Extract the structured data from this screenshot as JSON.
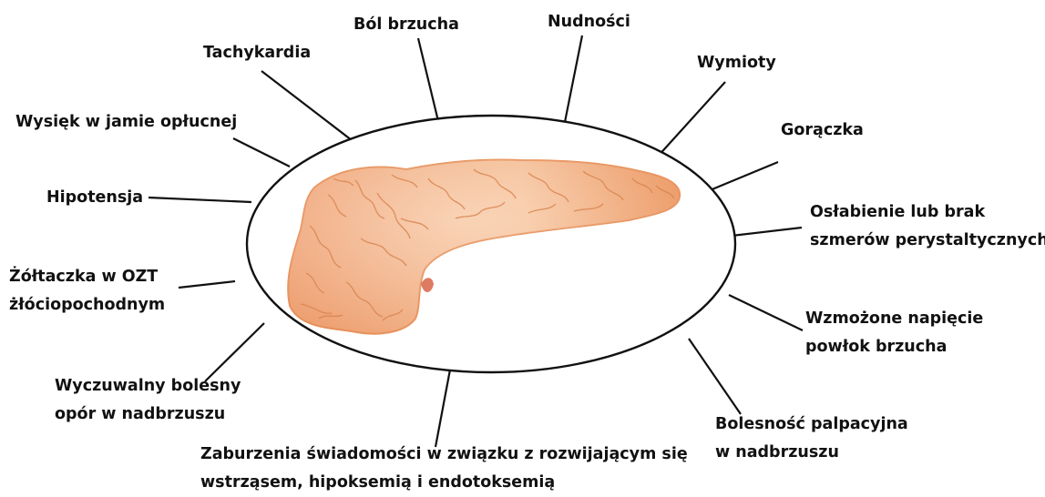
{
  "labels": {
    "bol_brzucha": "Ból brzucha",
    "nudnosci": "Nudności",
    "tachykardia": "Tachykardia",
    "wymioty": "Wymioty",
    "wysiek": "Wysięk w jamie opłucnej",
    "goraczka": "Gorączka",
    "hipotensja": "Hipotensja",
    "oslabienie_1": "Osłabienie lub brak",
    "oslabienie_2": "szmerów perystaltycznych",
    "zoltaczka_1": "Żółtaczka w OZT",
    "zoltaczka_2": "żłóciopochodnym",
    "wzmozone_1": "Wzmożone napięcie",
    "wzmozone_2": "powłok brzucha",
    "wyczuwalny_1": "Wyczuwalny bolesny",
    "wyczuwalny_2": "opór w nadbrzuszu",
    "bolesnosc_1": "Bolesność palpacyjna",
    "bolesnosc_2": "w nadbrzuszu",
    "zaburzenia_1": "Zaburzenia świadomości w związku z rozwijającym się",
    "zaburzenia_2": "wstrząsem, hipoksemią i endotoksemią"
  },
  "colors": {
    "organ_light": "#f8c9a2",
    "organ_mid": "#f3a876",
    "organ_dark": "#e88f5a",
    "organ_vein": "#d9844f",
    "organ_red": "#d55a3c",
    "outline": "#111111"
  },
  "organ": "pancreas"
}
